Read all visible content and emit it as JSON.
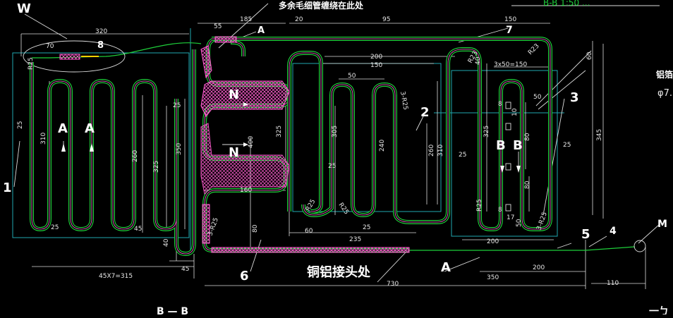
{
  "view_labels": {
    "W": "W",
    "A1": "A",
    "A2": "A",
    "A3": "A",
    "A4": "A",
    "N1": "N",
    "N2": "N",
    "B1": "B",
    "B2": "B",
    "M": "M",
    "section_title": "B — B",
    "section_ref": "B-B 1:50 ..."
  },
  "part_numbers": {
    "p1": "1",
    "p2": "2",
    "p3": "3",
    "p4": "4",
    "p5": "5",
    "p6": "6",
    "p7": "7",
    "p8": "8"
  },
  "notes": {
    "capillary": "多余毛细管缠绕在此处",
    "joint": "铜铝接头处",
    "right_cut": "铝箔",
    "right_phi": "φ7.",
    "bottom_right": "一ㄅ"
  },
  "dimensions": {
    "d320": "320",
    "d70": "70",
    "d185": "185",
    "d55": "55",
    "d20": "20",
    "d95": "95",
    "d150": "150",
    "d200": "200",
    "d150b": "150",
    "d50": "50",
    "d40": "40",
    "d3x50": "3x50=150",
    "d60": "60",
    "d345": "345",
    "d25a": "25",
    "d25b": "25",
    "d25c": "25",
    "d310a": "310",
    "d260a": "260",
    "d325a": "325",
    "d350": "350",
    "d400": "400",
    "d325b": "325",
    "d305": "305",
    "d240": "240",
    "d260b": "260",
    "d310b": "310",
    "d325c": "325",
    "d80a": "80",
    "d80b": "80",
    "d10": "10",
    "d50b": "50",
    "d50c": "50",
    "d45a": "45",
    "d45b": "45",
    "d40b": "40",
    "d45x7": "45X7=315",
    "d160": "160",
    "d80c": "80",
    "d60b": "60",
    "d235": "235",
    "d200b": "200",
    "d25d": "25",
    "d25e": "25",
    "d730": "730",
    "d350b": "350",
    "d200c": "200",
    "d110": "110",
    "d25f": "25",
    "d25g": "25",
    "d17": "17",
    "d8": "8",
    "r823a": "R23",
    "r823b": "R23",
    "r825a": "3-R25",
    "r825b": "3-R25",
    "r825c": "R25",
    "r825d": "R25",
    "r825e": "R25",
    "r825f": "3-R25",
    "r825g": "R25",
    "d8b": "8"
  },
  "colors": {
    "background": "#000000",
    "pipe_green": "#1ecf3a",
    "pipe_inner": "#ff6bd6",
    "dimension": "#e6e6e6",
    "construction": "#20a7b0",
    "hatch_pink": "#ff5cd0"
  }
}
